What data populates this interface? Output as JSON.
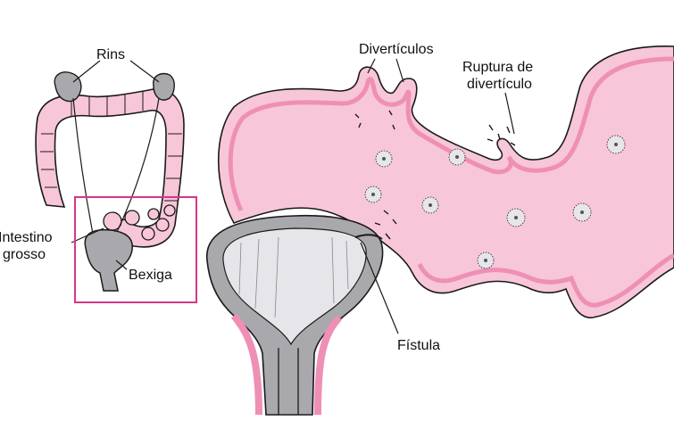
{
  "labels": {
    "rins": "Rins",
    "intestino_line1": "Intestino",
    "intestino_line2": "grosso",
    "bexiga": "Bexiga",
    "diverticulos": "Divertículos",
    "ruptura_line1": "Ruptura de",
    "ruptura_line2": "divertículo",
    "fistula": "Fístula"
  },
  "colors": {
    "tissue_pink": "#f7c6d8",
    "wall_pink": "#ef8fb6",
    "bladder_gray": "#a9a9ad",
    "bladder_light": "#e6e6ea",
    "outline": "#1a1a1a",
    "highlight_box": "#d6358a"
  }
}
